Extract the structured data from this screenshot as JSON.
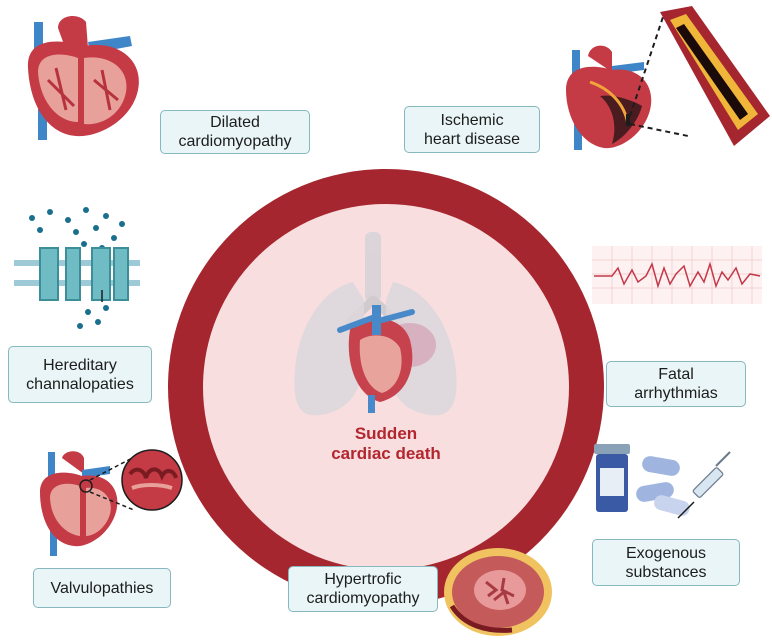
{
  "center": {
    "title_line1": "Sudden",
    "title_line2": "cardiac death"
  },
  "labels": {
    "dilated": [
      "Dilated",
      "cardiomyopathy"
    ],
    "ischemic": [
      "Ischemic",
      "heart disease"
    ],
    "hereditary": [
      "Hereditary",
      "channalopaties"
    ],
    "fatal": [
      "Fatal",
      "arrhythmias"
    ],
    "valvulopathies": [
      "Valvulopathies"
    ],
    "hypertrofic": [
      "Hypertrofic",
      "cardiomyopathy"
    ],
    "exogenous": [
      "Exogenous",
      "substances"
    ]
  },
  "icons": {
    "dilated": "dilated-heart-icon",
    "ischemic": "ischemic-heart-icon",
    "artery": "occluded-artery-icon",
    "channel": "ion-channel-icon",
    "ecg": "ecg-strip-icon",
    "valve_heart": "valve-heart-icon",
    "valve_zoom": "valve-zoom-icon",
    "myocardium": "myocardium-cross-section-icon",
    "pills": "pill-bottle-icon",
    "syringe": "syringe-icon",
    "lungs_heart": "lungs-heart-icon"
  },
  "colors": {
    "ring": "#a5262f",
    "inner_disc": "#f8dedf",
    "label_bg": "#e9f5f6",
    "label_border": "#86b8bd",
    "title": "#b3262e"
  }
}
